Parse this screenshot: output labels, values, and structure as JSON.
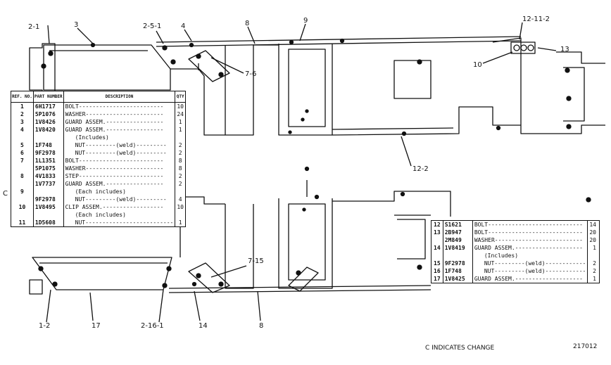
{
  "callouts": {
    "c2_1": "2-1",
    "c3": "3",
    "c2_5_1": "2-5-1",
    "c4": "4",
    "c8_top": "8",
    "c9": "9",
    "c12_11_2": "12-11-2",
    "c13": "13",
    "c10": "10",
    "c7_6": "7-6",
    "c12_2": "12-2",
    "c7_15": "7-15",
    "c1_2": "1-2",
    "c17": "17",
    "c2_16_1": "2-16-1",
    "c14": "14",
    "c8_bottom": "8"
  },
  "change_marker": "C",
  "left_table": {
    "headers": {
      "ref": "REF. NO.",
      "part": "PART NUMBER",
      "desc": "DESCRIPTION",
      "qty": "QTY"
    },
    "rows": [
      {
        "ref": "1",
        "part": "6H1717",
        "desc": "BOLT-------------------------",
        "qty": "10"
      },
      {
        "ref": "2",
        "part": "5P1076",
        "desc": "WASHER-----------------------",
        "qty": "24"
      },
      {
        "ref": "3",
        "part": "1V8426",
        "desc": "GUARD ASSEM.-----------------",
        "qty": "1"
      },
      {
        "ref": "4",
        "part": "1V8420",
        "desc": "GUARD ASSEM.-----------------",
        "qty": "1"
      },
      {
        "ref": "",
        "part": "",
        "desc": "(Includes)",
        "qty": ""
      },
      {
        "ref": "5",
        "part": "1F748",
        "desc": "NUT---------(weld)---------",
        "qty": "2"
      },
      {
        "ref": "6",
        "part": "9F2978",
        "desc": "NUT---------(weld)---------",
        "qty": "2"
      },
      {
        "ref": "7",
        "part": "1L1351",
        "desc": "BOLT-------------------------",
        "qty": "8"
      },
      {
        "ref": "",
        "part": "5P1075",
        "desc": "WASHER-----------------------",
        "qty": "8"
      },
      {
        "ref": "8",
        "part": "4V1833",
        "desc": "STEP-------------------------",
        "qty": "2"
      },
      {
        "ref": "",
        "part": "1V7737",
        "desc": "GUARD ASSEM.-----------------",
        "qty": "2"
      },
      {
        "ref": "9",
        "part": "",
        "desc": "(Each includes)",
        "qty": ""
      },
      {
        "ref": "",
        "part": "9F2978",
        "desc": "NUT---------(weld)---------",
        "qty": "4"
      },
      {
        "ref": "10",
        "part": "1V8495",
        "desc": "CLIP ASSEM.------------------",
        "qty": "10"
      },
      {
        "ref": "",
        "part": "",
        "desc": "(Each includes)",
        "qty": ""
      },
      {
        "ref": "11",
        "part": "1D5608",
        "desc": "NUT--------------------------",
        "qty": "1"
      }
    ]
  },
  "right_table": {
    "rows": [
      {
        "ref": "12",
        "part": "S1621",
        "desc": "BOLT----------------------------",
        "qty": "14"
      },
      {
        "ref": "13",
        "part": "2B947",
        "desc": "BOLT----------------------------",
        "qty": "20"
      },
      {
        "ref": "",
        "part": "2M849",
        "desc": "WASHER--------------------------",
        "qty": "20"
      },
      {
        "ref": "14",
        "part": "1V8419",
        "desc": "GUARD ASSEM.--------------------",
        "qty": "1"
      },
      {
        "ref": "",
        "part": "",
        "desc": "(Includes)",
        "qty": ""
      },
      {
        "ref": "15",
        "part": "9F2978",
        "desc": "NUT---------(weld)------------",
        "qty": "2"
      },
      {
        "ref": "16",
        "part": "1F748",
        "desc": "NUT---------(weld)------------",
        "qty": "2"
      },
      {
        "ref": "17",
        "part": "1V8425",
        "desc": "GUARD ASSEM.--------------------",
        "qty": "1"
      }
    ]
  },
  "footer": {
    "change_note": "C INDICATES CHANGE",
    "drawing_number": "217012"
  }
}
